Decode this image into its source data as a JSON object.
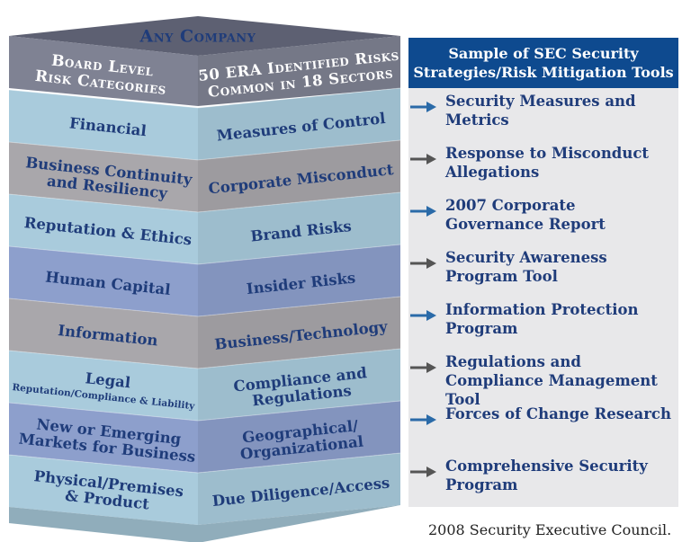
{
  "company": "Any Company",
  "board_header": "Board Level Risk Categories",
  "era_header": "50 ERA Identified Risks Common in 18 Sectors",
  "tools_header": "Sample of SEC Security Strategies/Risk Mitigation Tools",
  "rows": [
    {
      "category": "Financial",
      "category_sub": "",
      "risk": "Measures of Control",
      "tool": "Security Measures and Metrics",
      "band": "light"
    },
    {
      "category": "Business Continuity and Resiliency",
      "category_sub": "",
      "risk": "Corporate Misconduct",
      "tool": "Response to Misconduct Allegations",
      "band": "gray"
    },
    {
      "category": "Reputation & Ethics",
      "category_sub": "",
      "risk": "Brand Risks",
      "tool": "2007 Corporate Governance Report",
      "band": "light"
    },
    {
      "category": "Human Capital",
      "category_sub": "",
      "risk": "Insider Risks",
      "tool": "Security Awareness Program Tool",
      "band": "blue"
    },
    {
      "category": "Information",
      "category_sub": "",
      "risk": "Business/Technology",
      "tool": "Information Protection Program",
      "band": "gray"
    },
    {
      "category": "Legal",
      "category_sub": "Reputation/Compliance & Liability",
      "risk": "Compliance and Regulations",
      "tool": "Regulations and Compliance Management Tool",
      "band": "light"
    },
    {
      "category": "New or Emerging Markets for Business",
      "category_sub": "",
      "risk": "Geographical/ Organizational",
      "tool": "Forces of Change Research",
      "band": "blue"
    },
    {
      "category": "Physical/Premises & Product",
      "category_sub": "",
      "risk": "Due Diligence/Access",
      "tool": "Comprehensive Security Program",
      "band": "light"
    }
  ],
  "credit": "2008 Security Executive Council.",
  "colors": {
    "band_light": "#a9cbdc",
    "band_gray": "#a9a7ab",
    "band_blue": "#8d9fcc",
    "header_face": "#7f8293",
    "top_face": "#5d6072",
    "panel": "#e8e8ea",
    "panel_title": "#0e4a8f",
    "text_dark": "#1f3c7a",
    "arrow_gray": "#555555",
    "arrow_blue": "#2a6aa8"
  }
}
